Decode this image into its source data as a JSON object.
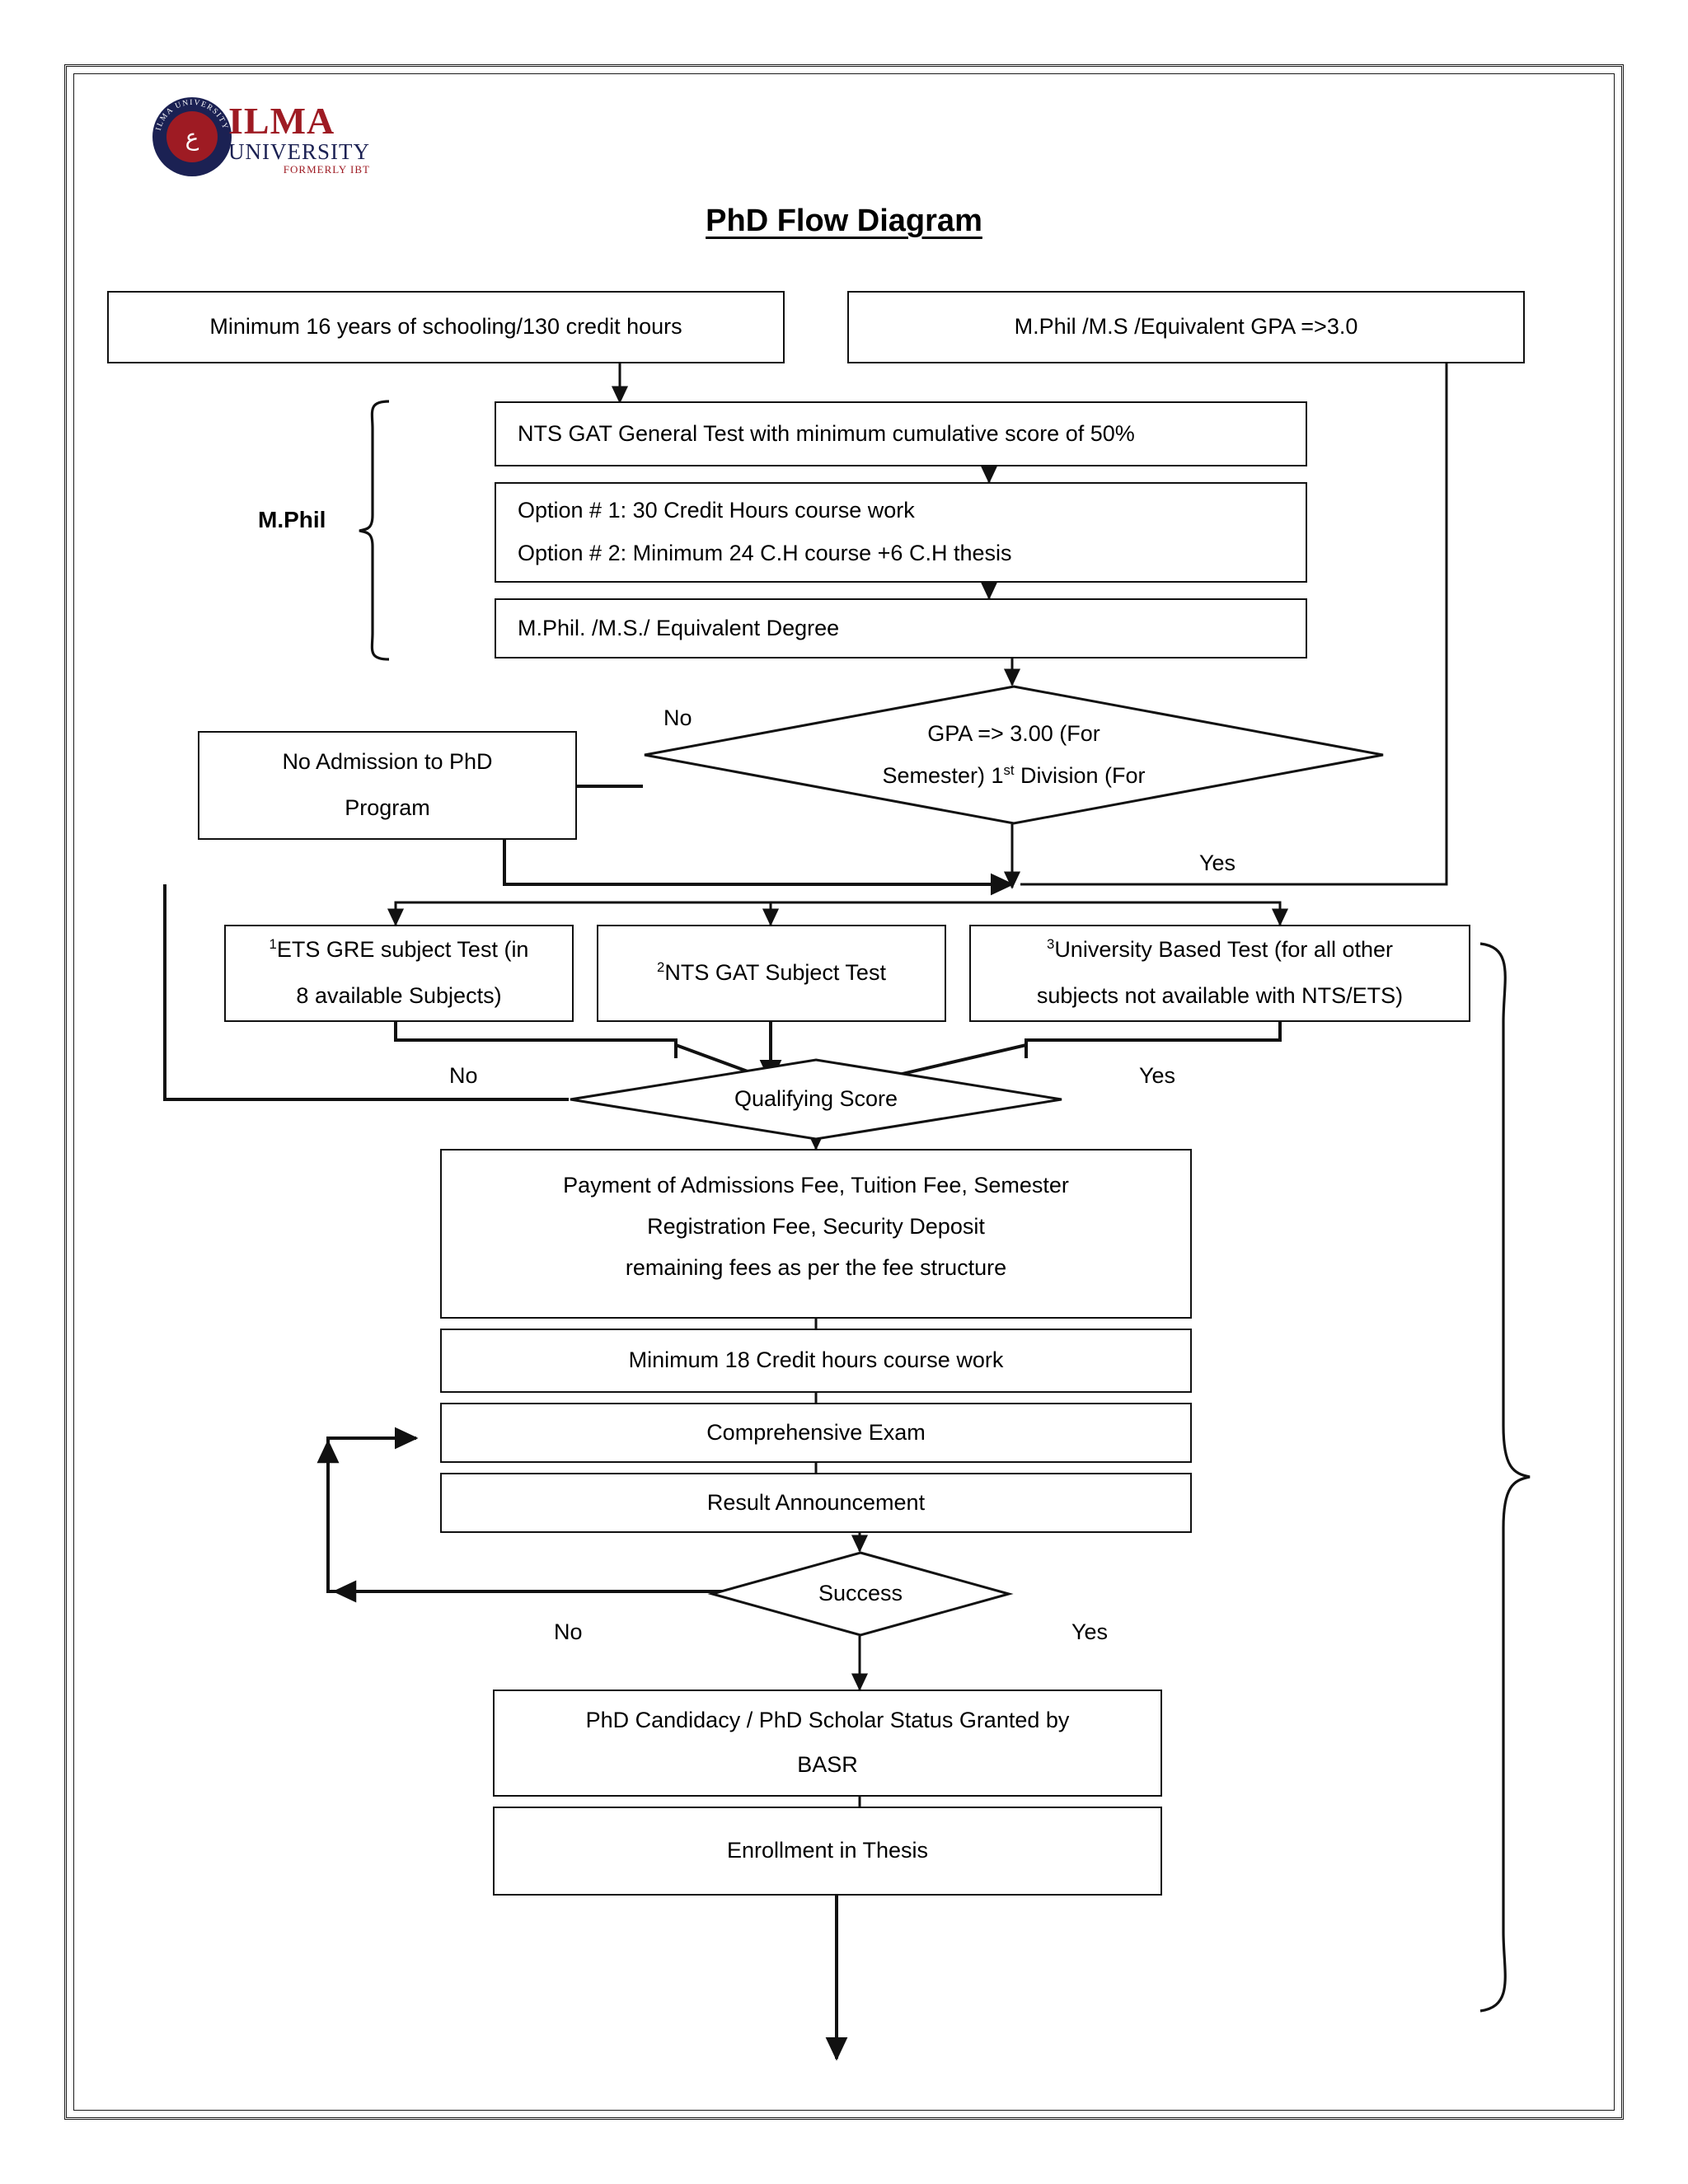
{
  "document": {
    "title": "PhD Flow Diagram",
    "logo": {
      "mark_glyph": "ع",
      "line1": "ILMA",
      "line2": "UNIVERSITY",
      "line3": "FORMERLY IBT",
      "ring_text": "ILMA UNIVERSITY",
      "navy": "#1b2153",
      "maroon": "#9e1b23"
    }
  },
  "nodes": {
    "entry_left": "Minimum 16 years of schooling/130 credit hours",
    "entry_right": "M.Phil /M.S /Equivalent GPA =>3.0",
    "nts_gat_general": "NTS GAT General Test with minimum cumulative score of 50%",
    "option1": "Option # 1: 30 Credit Hours course work",
    "option2": "Option # 2: Minimum 24 C.H course +6 C.H thesis",
    "mphil_degree": "M.Phil. /M.S./ Equivalent Degree",
    "no_admission_line1": "No Admission to PhD",
    "no_admission_line2": "Program",
    "gpa_diamond_line1": "GPA => 3.00 (For",
    "gpa_diamond_line2_a": "Semester) 1",
    "gpa_diamond_line2_sup": "st",
    "gpa_diamond_line2_b": " Division (For",
    "test_ets_sup": "1",
    "test_ets_line1": "ETS GRE subject Test (in",
    "test_ets_line2": "8 available Subjects)",
    "test_nts_sup": "2",
    "test_nts_line1": "NTS GAT Subject Test",
    "test_univ_sup": "3",
    "test_univ_line1": "University Based Test (for all other",
    "test_univ_line2": "subjects not available with NTS/ETS)",
    "qualifying_score": "Qualifying Score",
    "payment_line1": "Payment of Admissions Fee, Tuition Fee, Semester",
    "payment_line2": "Registration Fee, Security Deposit",
    "payment_line3": "remaining fees as per the fee structure",
    "min18": "Minimum 18 Credit hours course work",
    "comprehensive_exam": "Comprehensive Exam",
    "result_announcement": "Result Announcement",
    "success_diamond": "Success",
    "candidacy_line1": "PhD Candidacy / PhD Scholar Status Granted by",
    "candidacy_line2": "BASR",
    "enrollment_thesis": "Enrollment in Thesis"
  },
  "labels": {
    "mphil_brace": "M.Phil",
    "gpa_no": "No",
    "gpa_yes": "Yes",
    "qualifying_no": "No",
    "qualifying_yes": "Yes",
    "success_no": "No",
    "success_yes": "Yes"
  }
}
